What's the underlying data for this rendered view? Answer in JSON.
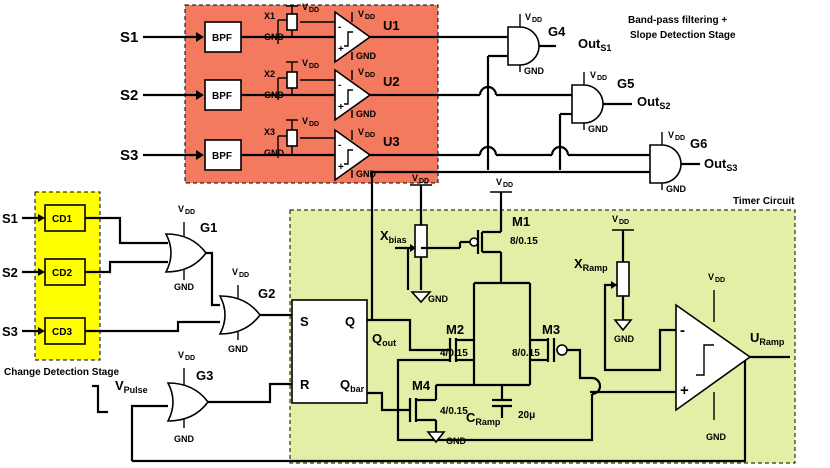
{
  "stages": {
    "bandpass_title_line1": "Band-pass filtering +",
    "bandpass_title_line2": "Slope Detection Stage",
    "timer_title": "Timer Circuit",
    "change_title": "Change Detection Stage"
  },
  "colors": {
    "bandpass_bg": "#f47a5f",
    "timer_bg": "#e3eea6",
    "change_bg": "#ffff00"
  },
  "inputs": [
    "S1",
    "S2",
    "S3"
  ],
  "bpf_label": "BPF",
  "pots": [
    "X1",
    "X2",
    "X3"
  ],
  "comparators": [
    "U1",
    "U2",
    "U3"
  ],
  "cd_blocks": [
    "CD1",
    "CD2",
    "CD3"
  ],
  "gates": {
    "g1": "G1",
    "g2": "G2",
    "g3": "G3",
    "g4": "G4",
    "g5": "G5",
    "g6": "G6"
  },
  "outputs": [
    {
      "main": "Out",
      "sub": "S1"
    },
    {
      "main": "Out",
      "sub": "S2"
    },
    {
      "main": "Out",
      "sub": "S3"
    }
  ],
  "supply": {
    "main": "V",
    "sub": "DD"
  },
  "gnd": "GND",
  "sr_latch": {
    "s": "S",
    "r": "R",
    "q": "Q",
    "qbar_main": "Q",
    "qbar_sub": "bar"
  },
  "q_out": {
    "main": "Q",
    "sub": "out"
  },
  "v_pulse": {
    "main": "V",
    "sub": "Pulse"
  },
  "transistors": {
    "m1": "M1",
    "m1_size": "8/0.15",
    "m2": "M2",
    "m2_size": "4/0.15",
    "m3": "M3",
    "m3_size": "8/0.15",
    "m4": "M4",
    "m4_size": "4/0.15"
  },
  "x_bias": {
    "main": "X",
    "sub": "bias"
  },
  "x_ramp": {
    "main": "X",
    "sub": "Ramp"
  },
  "c_ramp": {
    "main": "C",
    "sub": "Ramp",
    "value": "20μ"
  },
  "u_ramp": {
    "main": "U",
    "sub": "Ramp"
  },
  "amp_minus": "-",
  "amp_plus": "+"
}
